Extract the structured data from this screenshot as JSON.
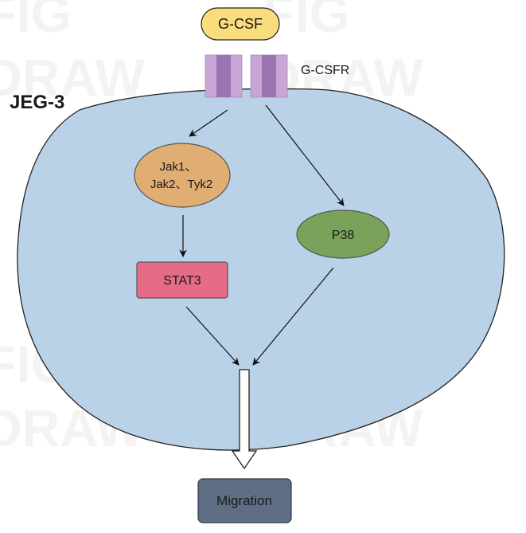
{
  "ligand": {
    "label": "G-CSF",
    "color": "#f9dc7c"
  },
  "receptor": {
    "label": "G-CSFR",
    "color": "#c8a6d6"
  },
  "cell": {
    "label": "JEG-3",
    "color": "#b9d2e8"
  },
  "jak": {
    "line1": "Jak1、",
    "line2": "Jak2、Tyk2",
    "color": "#e0ad73"
  },
  "stat3": {
    "label": "STAT3",
    "color": "#e66b87"
  },
  "p38": {
    "label": "P38",
    "color": "#7aa25b"
  },
  "migration": {
    "label": "Migration",
    "color": "#5e6e84"
  },
  "watermark": {
    "line1": "FIG",
    "line2": "DRAW"
  }
}
